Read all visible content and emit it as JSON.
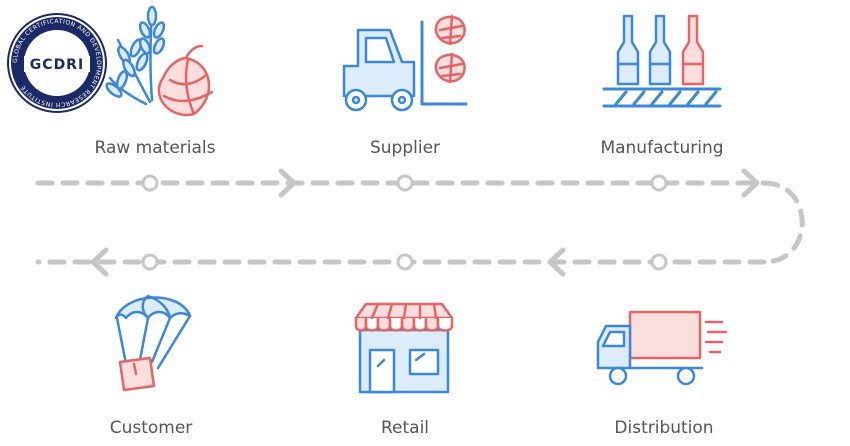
{
  "logo": {
    "text": "GCDRI",
    "ring_text": "GLOBAL CERTIFICATION AND DEVELOPMENT RESEARCH INSTITUTE"
  },
  "stages": [
    {
      "label": "Raw materials",
      "icon": "grain-and-hops-icon"
    },
    {
      "label": "Supplier",
      "icon": "forklift-icon"
    },
    {
      "label": "Manufacturing",
      "icon": "bottles-on-conveyor-icon"
    },
    {
      "label": "Distribution",
      "icon": "delivery-truck-icon"
    },
    {
      "label": "Retail",
      "icon": "storefront-icon"
    },
    {
      "label": "Customer",
      "icon": "parachute-package-icon"
    }
  ],
  "colors": {
    "blue": "#3b88d9",
    "blue_light": "#dcecfb",
    "red": "#e36565",
    "red_light": "#fcdede",
    "flow_line": "#c6c6c6",
    "label": "#555555"
  }
}
